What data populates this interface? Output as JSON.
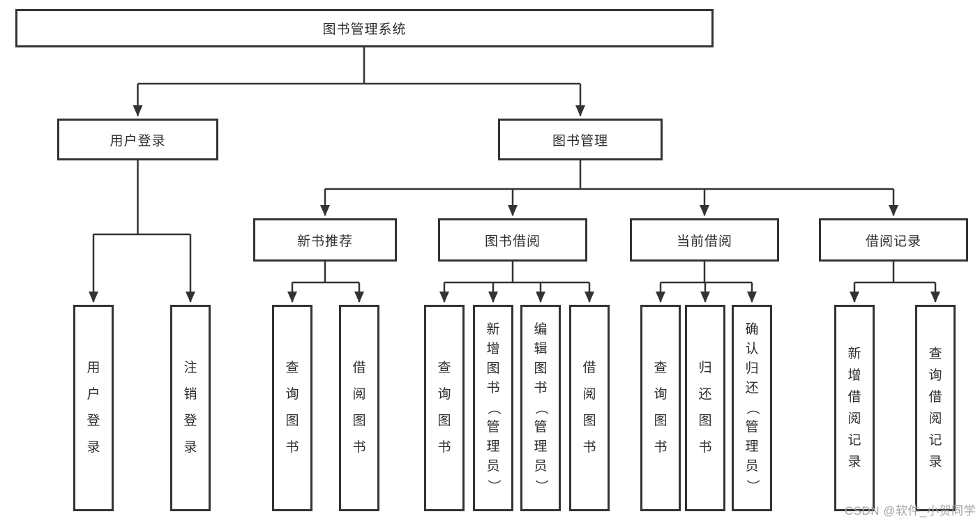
{
  "nodes": {
    "root": "图书管理系统",
    "userLogin": "用户登录",
    "bookMgmt": "图书管理",
    "newBooks": "新书推荐",
    "bookBorrow": "图书借阅",
    "currentBorrow": "当前借阅",
    "borrowRecords": "借阅记录",
    "leafUserLogin": "用户登录",
    "leafLogout": "注销登录",
    "nbQueryBook": "查询图书",
    "nbBorrowBook": "借阅图书",
    "bbQueryBook": "查询图书",
    "bbAddBook": "新增图书（管理员）",
    "bbEditBook": "编辑图书（管理员）",
    "bbBorrowBook": "借阅图书",
    "cbQueryBook": "查询图书",
    "cbReturnBook": "归还图书",
    "cbConfirmReturn": "确认归还（管理员）",
    "brAddRecord": "新增借阅记录",
    "brQueryRecord": "查询借阅记录"
  },
  "watermark": "CSDN @软件_小贺同学",
  "colors": {
    "line": "#333333",
    "text": "#2d2d2d",
    "watermark": "#a2a2a2",
    "background": "#ffffff"
  }
}
